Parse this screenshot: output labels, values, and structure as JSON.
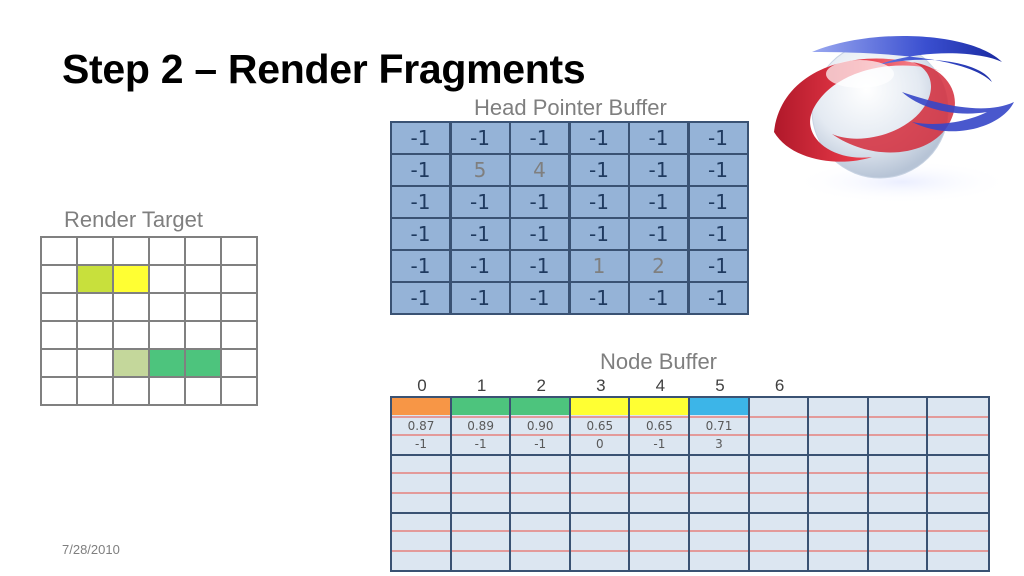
{
  "slide": {
    "title": "Step 2 – Render Fragments",
    "date": "7/28/2010"
  },
  "render_target": {
    "label": "Render Target",
    "cols": 6,
    "rows": 6,
    "colored_cells": [
      {
        "row": 1,
        "col": 1,
        "color": "#c8e03c"
      },
      {
        "row": 1,
        "col": 2,
        "color": "#ffff33"
      },
      {
        "row": 4,
        "col": 2,
        "color": "#c4d79b"
      },
      {
        "row": 4,
        "col": 3,
        "color": "#4dc47d"
      },
      {
        "row": 4,
        "col": 4,
        "color": "#4dc47d"
      }
    ]
  },
  "head_pointer_buffer": {
    "label": "Head Pointer Buffer",
    "rows": [
      [
        "-1",
        "-1",
        "-1",
        "-1",
        "-1",
        "-1"
      ],
      [
        "-1",
        "5",
        "4",
        "-1",
        "-1",
        "-1"
      ],
      [
        "-1",
        "-1",
        "-1",
        "-1",
        "-1",
        "-1"
      ],
      [
        "-1",
        "-1",
        "-1",
        "-1",
        "-1",
        "-1"
      ],
      [
        "-1",
        "-1",
        "-1",
        "1",
        "2",
        "-1"
      ],
      [
        "-1",
        "-1",
        "-1",
        "-1",
        "-1",
        "-1"
      ]
    ]
  },
  "node_buffer": {
    "label": "Node Buffer",
    "indices": [
      "0",
      "1",
      "2",
      "3",
      "4",
      "5",
      "6"
    ],
    "column_count": 10,
    "nodes": [
      {
        "color": "#f79646",
        "depth": "0.87",
        "next": "-1"
      },
      {
        "color": "#4dc47d",
        "depth": "0.89",
        "next": "-1"
      },
      {
        "color": "#4dc47d",
        "depth": "0.90",
        "next": "-1"
      },
      {
        "color": "#ffff33",
        "depth": "0.65",
        "next": "0"
      },
      {
        "color": "#ffff33",
        "depth": "0.65",
        "next": "-1"
      },
      {
        "color": "#3cb5e8",
        "depth": "0.71",
        "next": "3"
      }
    ]
  },
  "logo": {
    "name": "swirl-logo"
  }
}
